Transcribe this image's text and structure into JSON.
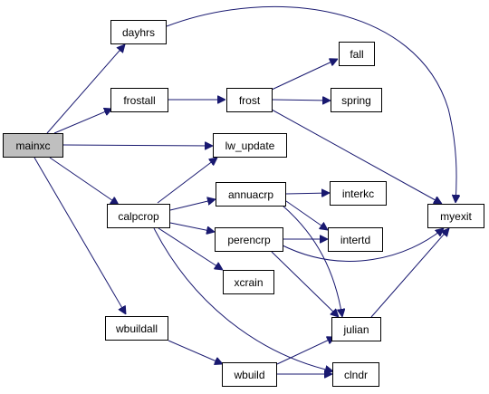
{
  "graph": {
    "nodes": {
      "mainxc": "mainxc",
      "dayhrs": "dayhrs",
      "frostall": "frostall",
      "calpcrop": "calpcrop",
      "wbuildall": "wbuildall",
      "frost": "frost",
      "lw_update": "lw_update",
      "annuacrp": "annuacrp",
      "perencrp": "perencrp",
      "xcrain": "xcrain",
      "wbuild": "wbuild",
      "fall": "fall",
      "spring": "spring",
      "interkc": "interkc",
      "intertd": "intertd",
      "julian": "julian",
      "clndr": "clndr",
      "myexit": "myexit"
    },
    "edge_color": "#191970",
    "root_fill": "#bfbfbf"
  }
}
